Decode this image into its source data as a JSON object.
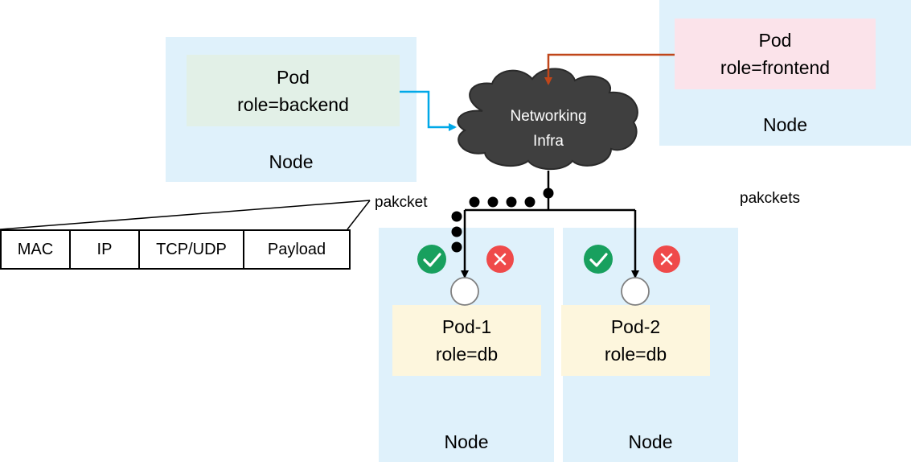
{
  "nodes": {
    "backend_node_label": "Node",
    "frontend_node_label": "Node",
    "db1_node_label": "Node",
    "db2_node_label": "Node"
  },
  "pods": {
    "backend": {
      "title": "Pod",
      "role": "role=backend"
    },
    "frontend": {
      "title": "Pod",
      "role": "role=frontend"
    },
    "db1": {
      "title": "Pod-1",
      "role": "role=db"
    },
    "db2": {
      "title": "Pod-2",
      "role": "role=db"
    }
  },
  "network": {
    "line1": "Networking",
    "line2": "Infra"
  },
  "labels": {
    "packet": "pakcket",
    "packets": "pakckets"
  },
  "packet_fields": [
    "MAC",
    "IP",
    "TCP/UDP",
    "Payload"
  ],
  "colors": {
    "node_bg": "#dff1fb",
    "backend_pod_bg": "#e2f0e7",
    "frontend_pod_bg": "#fbe3ea",
    "db_pod_bg": "#fdf6dd",
    "cloud": "#3f3f3f",
    "backend_arrow": "#00a8e8",
    "frontend_arrow": "#c0461a",
    "allow": "#18a05e",
    "deny": "#ef4a4a"
  },
  "icons": [
    "check-icon",
    "cross-icon",
    "port-circle-icon",
    "cloud-icon"
  ]
}
